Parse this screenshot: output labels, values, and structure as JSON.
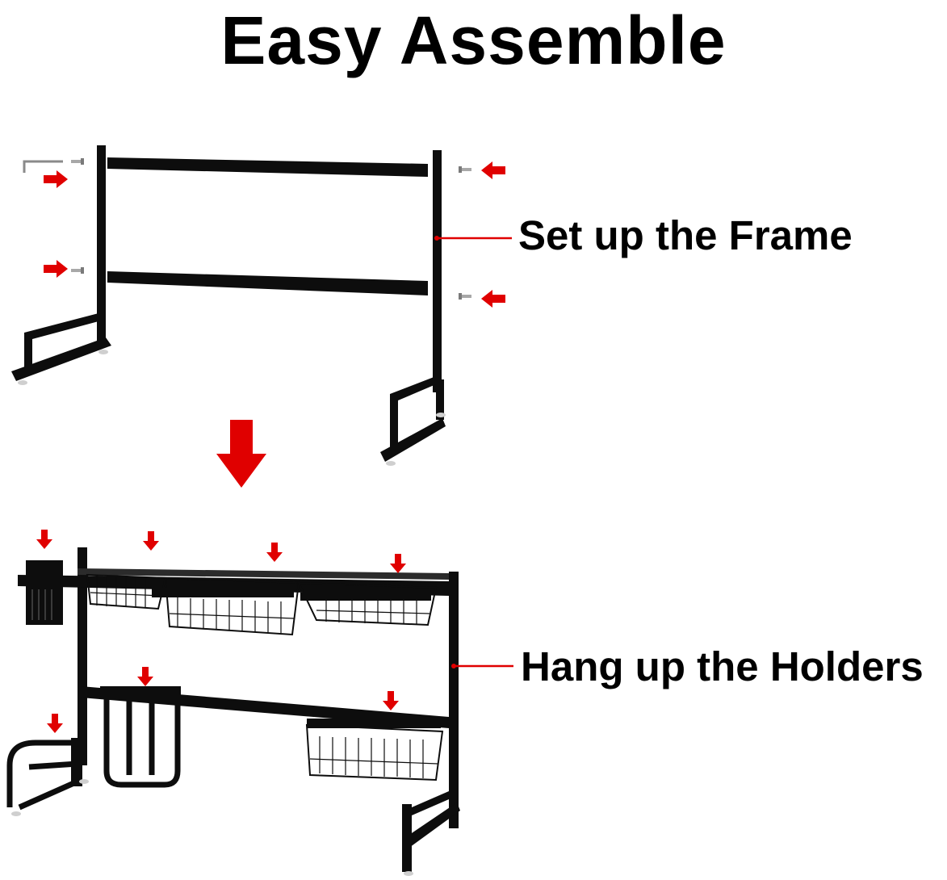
{
  "title": "Easy Assemble",
  "steps": [
    {
      "label": "Set up the Frame"
    },
    {
      "label": "Hang up the Holders"
    }
  ],
  "colors": {
    "frame": "#0d0d0d",
    "arrow": "#e00000",
    "screw": "#9a9a9a",
    "background": "#ffffff"
  },
  "icons": {
    "step_arrow": "down-arrow-icon",
    "part_arrow": "pointer-arrow-icon",
    "screw": "screw-icon",
    "hex_key": "allen-key-icon"
  }
}
